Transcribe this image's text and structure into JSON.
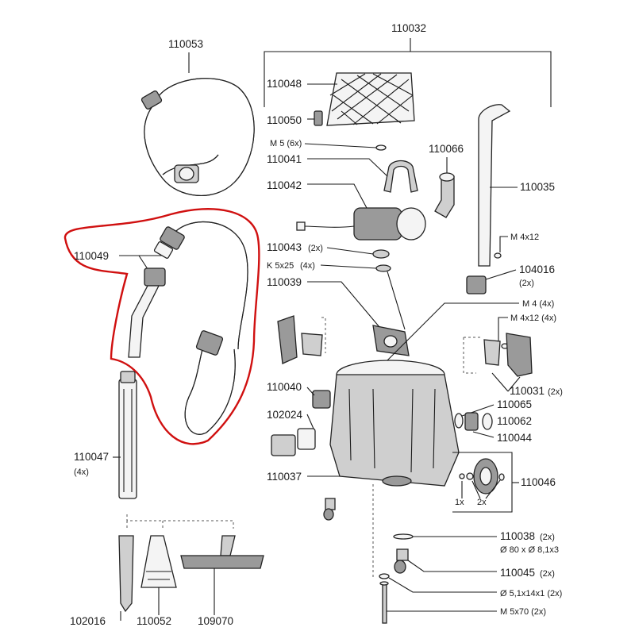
{
  "labels": {
    "p110053": "110053",
    "p110032": "110032",
    "p110048": "110048",
    "p110050": "110050",
    "p110066": "110066",
    "m5_6x": "M 5 (6x)",
    "p110041": "110041",
    "p110042": "110042",
    "p110035": "110035",
    "m4x12_a": "M 4x12",
    "p110049": "110049",
    "p110043": "110043",
    "p110043_qty": "(2x)",
    "k5x25": "K 5x25",
    "k5x25_qty": "(4x)",
    "p104016": "104016",
    "p104016_qty": "(2x)",
    "p110039": "110039",
    "m4_4x": "M 4 (4x)",
    "m4x12_4x": "M 4x12 (4x)",
    "p110031": "110031",
    "p110031_qty": "(2x)",
    "p110040": "110040",
    "p110065": "110065",
    "p102024": "102024",
    "p110062": "110062",
    "p110044": "110044",
    "p110047": "110047",
    "p110047_qty": "(4x)",
    "p110037": "110037",
    "p110046": "110046",
    "qty_1x": "1x",
    "qty_2x": "2x",
    "p110038": "110038",
    "p110038_qty": "(2x)",
    "p110038_spec": "Ø 80 x Ø 8,1x3",
    "p110045": "110045",
    "p110045_qty": "(2x)",
    "washer_spec": "Ø 5,1x14x1 (2x)",
    "m5x70": "M 5x70 (2x)",
    "p102016": "102016",
    "p110052": "110052",
    "p109070": "109070"
  },
  "highlight_color": "#d01010"
}
